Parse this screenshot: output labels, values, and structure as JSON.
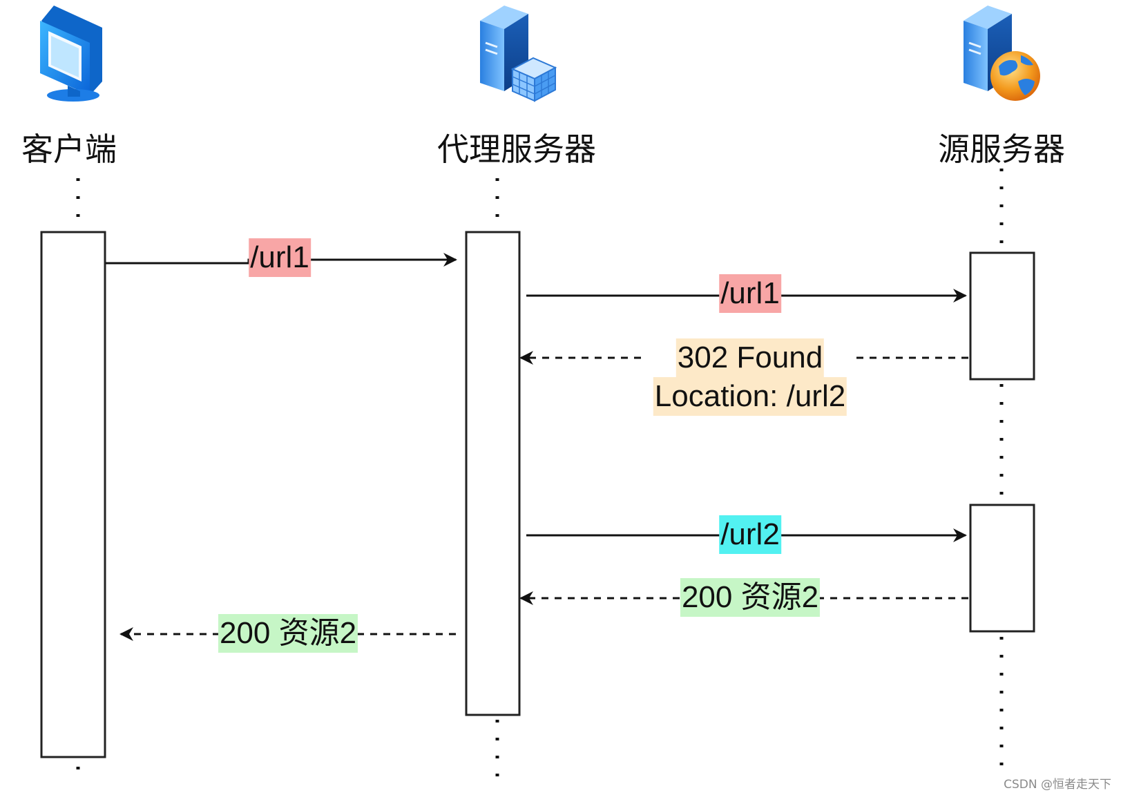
{
  "participants": [
    {
      "id": "client",
      "label": "客户端",
      "icon": "monitor-icon"
    },
    {
      "id": "proxy",
      "label": "代理服务器",
      "icon": "proxy-server-icon"
    },
    {
      "id": "origin",
      "label": "源服务器",
      "icon": "web-server-icon"
    }
  ],
  "messages": [
    {
      "from": "client",
      "to": "proxy",
      "style": "solid",
      "lines": [
        "/url1"
      ],
      "highlight": "#f8a6a6"
    },
    {
      "from": "proxy",
      "to": "origin",
      "style": "solid",
      "lines": [
        "/url1"
      ],
      "highlight": "#f8a6a6"
    },
    {
      "from": "origin",
      "to": "proxy",
      "style": "dashed",
      "lines": [
        "302 Found",
        "Location: /url2"
      ],
      "highlight": "#fde9c8"
    },
    {
      "from": "proxy",
      "to": "origin",
      "style": "solid",
      "lines": [
        "/url2"
      ],
      "highlight": "#52f1f1"
    },
    {
      "from": "origin",
      "to": "proxy",
      "style": "dashed",
      "lines": [
        "200 资源2"
      ],
      "highlight": "#c6f6c6"
    },
    {
      "from": "proxy",
      "to": "client",
      "style": "dashed",
      "lines": [
        "200 资源2"
      ],
      "highlight": "#c6f6c6"
    }
  ],
  "watermark": "CSDN @恒者走天下"
}
